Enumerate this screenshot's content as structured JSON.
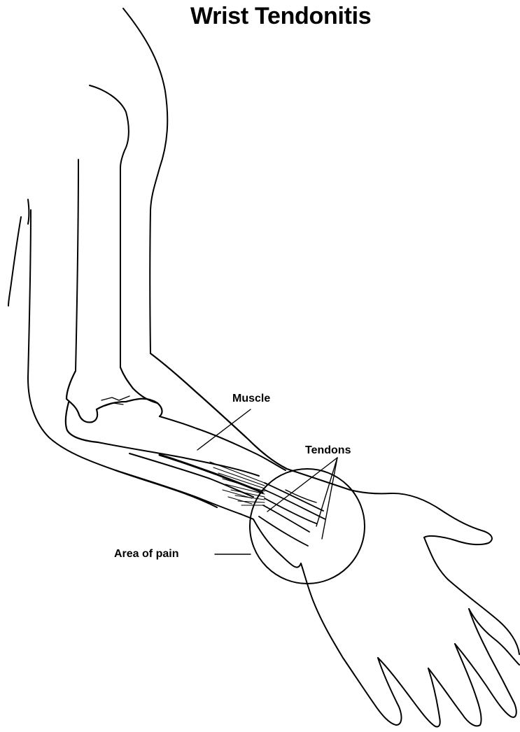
{
  "title": "Wrist Tendonitis",
  "labels": {
    "muscle": "Muscle",
    "tendons": "Tendons",
    "area_of_pain": "Area of pain"
  },
  "colors": {
    "background": "#ffffff",
    "line": "#000000"
  }
}
